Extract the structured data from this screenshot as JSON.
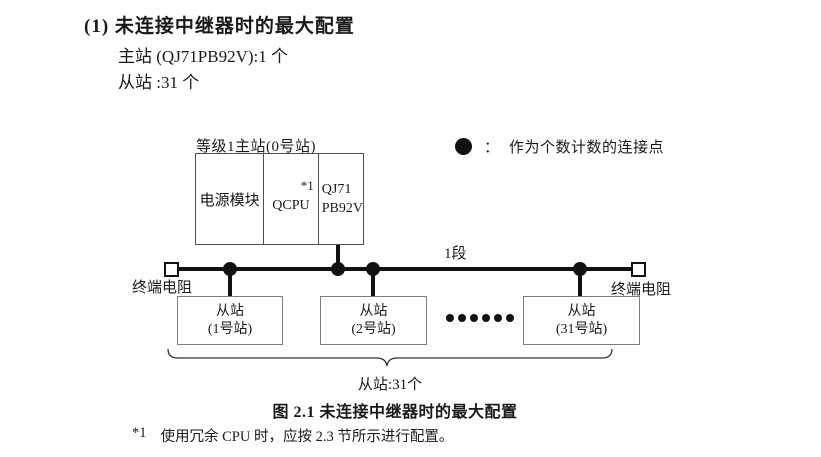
{
  "page": {
    "heading": "(1) 未连接中继器时的最大配置",
    "master_line": "主站 (QJ71PB92V):1 个",
    "slave_line": "从站 :31 个",
    "caption": "图 2.1 未连接中继器时的最大配置",
    "footnote": {
      "marker": "*1",
      "text": "使用冗余 CPU 时，应按 2.3 节所示进行配置。"
    }
  },
  "diagram": {
    "master_label": "等级1主站(0号站)",
    "master": {
      "cell1": "电源模块",
      "cell2": "QCPU",
      "cell2_note": "*1",
      "cell3_line1": "QJ71",
      "cell3_line2": "PB92V"
    },
    "legend": {
      "marker": "connection-point-dot",
      "separator": "：",
      "label": "作为个数计数的连接点"
    },
    "segment_label": "1段",
    "terminators": {
      "left": "终端电阻",
      "right": "终端电阻"
    },
    "slaves": [
      {
        "line1": "从站",
        "line2": "(1号站)"
      },
      {
        "line1": "从站",
        "line2": "(2号站)"
      },
      {
        "line1": "从站",
        "line2": "(31号站)"
      }
    ],
    "brace_label": "从站:31个"
  },
  "colors": {
    "ink": "#111111",
    "text": "#1a1a1a",
    "master_box_border": "#4f4f4f",
    "slave_box_border": "#7d7d7d",
    "background": "#ffffff"
  }
}
